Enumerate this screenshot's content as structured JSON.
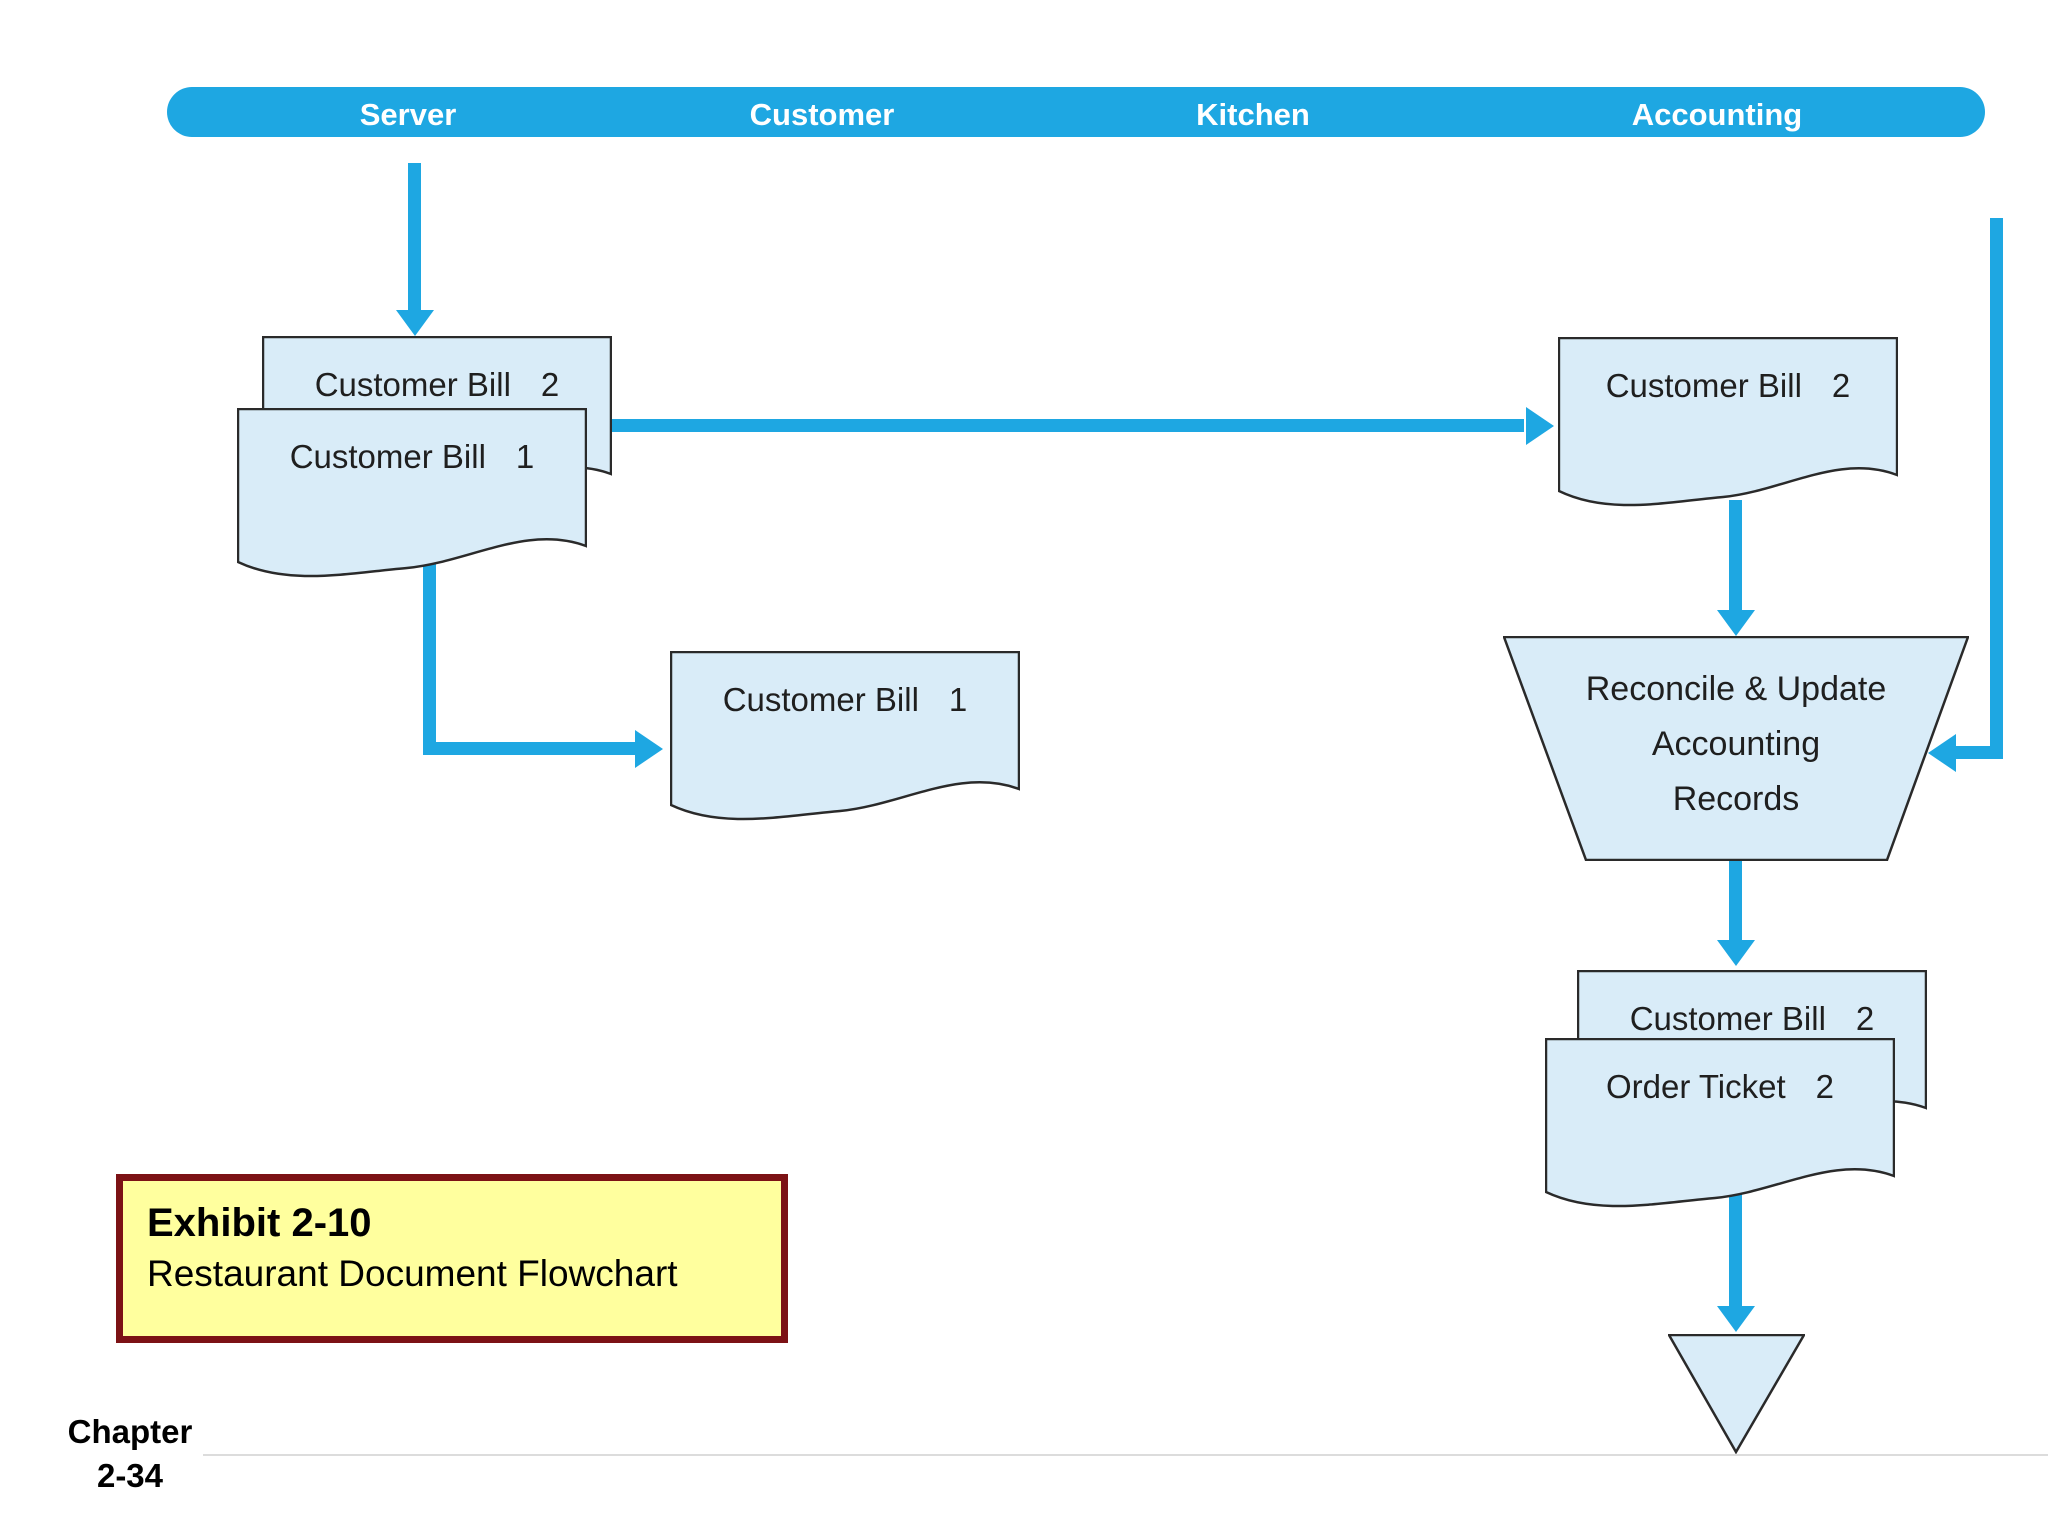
{
  "title": "Restaurant Document Flowchart",
  "colors": {
    "accent_blue": "#1EA7E2",
    "document_fill": "#D9ECF8",
    "document_border": "#2A2A2A",
    "exhibit_fill": "#FFFF9E",
    "exhibit_border": "#7C1215",
    "lane_text": "#FFFFFF",
    "footer_line": "#DCDCDC"
  },
  "header": {
    "lanes": [
      {
        "label": "Server"
      },
      {
        "label": "Customer"
      },
      {
        "label": "Kitchen"
      },
      {
        "label": "Accounting"
      }
    ]
  },
  "docs": {
    "server_bill_copy2": {
      "label": "Customer Bill",
      "copy": "2"
    },
    "server_bill_copy1": {
      "label": "Customer Bill",
      "copy": "1"
    },
    "customer_bill_copy1": {
      "label": "Customer Bill",
      "copy": "1"
    },
    "accounting_bill_copy2": {
      "label": "Customer Bill",
      "copy": "2"
    },
    "archive_bill_copy2": {
      "label": "Customer Bill",
      "copy": "2"
    },
    "archive_order_ticket_copy2": {
      "label": "Order Ticket",
      "copy": "2"
    }
  },
  "process": {
    "line1": "Reconcile & Update",
    "line2": "Accounting",
    "line3": "Records"
  },
  "exhibit": {
    "title": "Exhibit 2-10",
    "subtitle": "Restaurant Document Flowchart"
  },
  "footer": {
    "chapter": "Chapter",
    "page": "2-34"
  }
}
